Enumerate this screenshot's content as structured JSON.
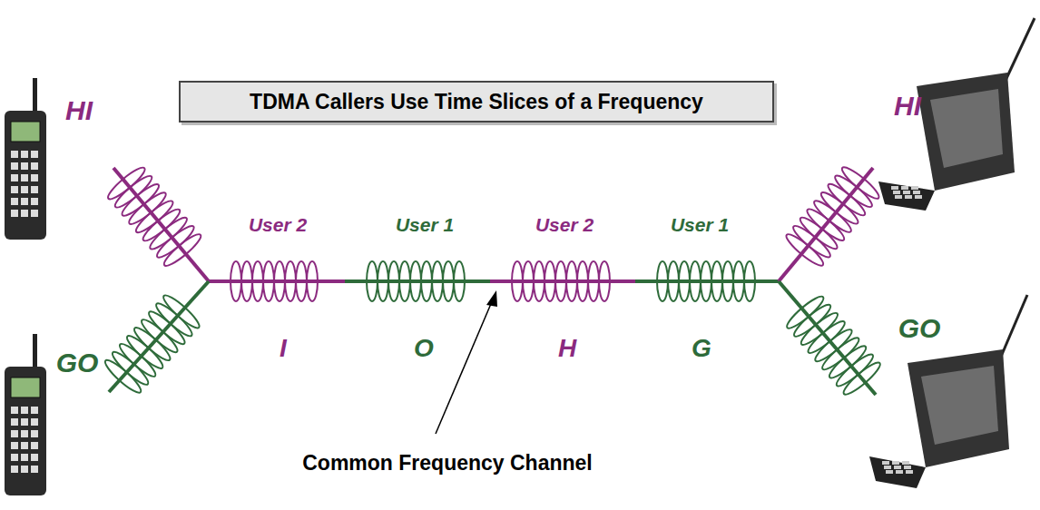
{
  "diagram": {
    "title": "TDMA Callers Use Time Slices of a Frequency",
    "labels": [
      "HI",
      "HI",
      "GO",
      "GO",
      "User 2",
      "User 1",
      "User 2",
      "User 1",
      "I",
      "O",
      "H",
      "G",
      "Common Frequency Channel"
    ]
  }
}
